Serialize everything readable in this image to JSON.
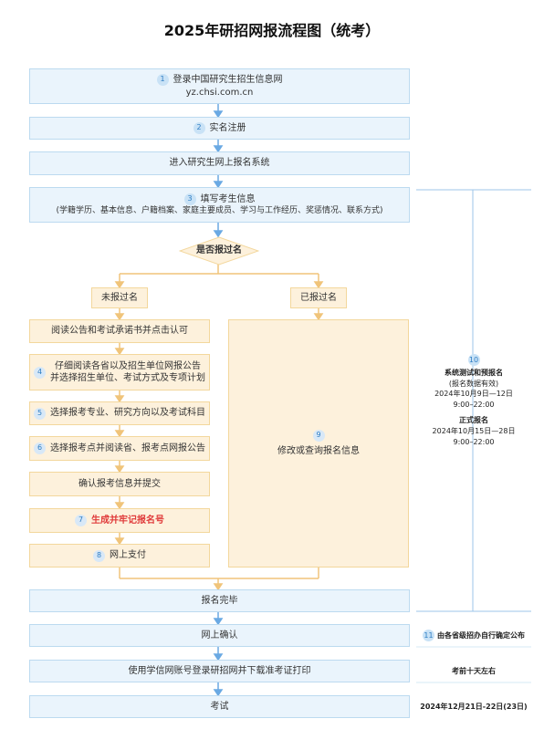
{
  "title": "2025年研招网报流程图（统考）",
  "steps": {
    "s1": {
      "num": "1",
      "line1": "登录中国研究生招生信息网",
      "line2": "yz.chsi.com.cn"
    },
    "s2": {
      "num": "2",
      "text": "实名注册"
    },
    "s3": {
      "text": "进入研究生网上报名系统"
    },
    "s4": {
      "num": "3",
      "line1": "填写考生信息",
      "line2": "(学籍学历、基本信息、户籍档案、家庭主要成员、学习与工作经历、奖惩情况、联系方式)"
    },
    "decision": "是否报过名",
    "not_registered": "未报过名",
    "registered": "已报过名",
    "a1": {
      "text": "阅读公告和考试承诺书并点击认可"
    },
    "a2": {
      "num": "4",
      "line1": "仔细阅读各省以及招生单位网报公告",
      "line2": "并选择招生单位、考试方式及专项计划"
    },
    "a3": {
      "num": "5",
      "text": "选择报考专业、研究方向以及考试科目"
    },
    "a4": {
      "num": "6",
      "text": "选择报考点并阅读省、报考点网报公告"
    },
    "a5": {
      "text": "确认报考信息并提交"
    },
    "a6": {
      "num": "7",
      "text": "生成并牢记报名号"
    },
    "a7": {
      "num": "8",
      "text": "网上支付"
    },
    "b1": {
      "num": "9",
      "text": "修改或查询报名信息"
    },
    "done": "报名完毕",
    "confirm": "网上确认",
    "print": "使用学信网账号登录研招网并下载准考证打印",
    "exam": "考试"
  },
  "side": {
    "num10": "10",
    "test_title": "系统测试和预报名",
    "test_note": "(报名数据有效)",
    "test_date": "2024年10月9日—12日",
    "test_time": "9:00–22:00",
    "formal_title": "正式报名",
    "formal_date": "2024年10月15日—28日",
    "formal_time": "9:00–22:00",
    "num11": "11",
    "confirm_note": "由各省级招办自行确定公布",
    "print_note": "考前十天左右",
    "exam_date": "2024年12月21日-22日(23日)"
  },
  "colors": {
    "blue_fill": "#eaf4fc",
    "blue_border": "#bcdaf0",
    "orange_fill": "#fdf1dc",
    "orange_border": "#f3d79c",
    "arrow_blue": "#6aa9e3",
    "arrow_orange": "#f0c47a",
    "highlight": "#e03b3b"
  }
}
